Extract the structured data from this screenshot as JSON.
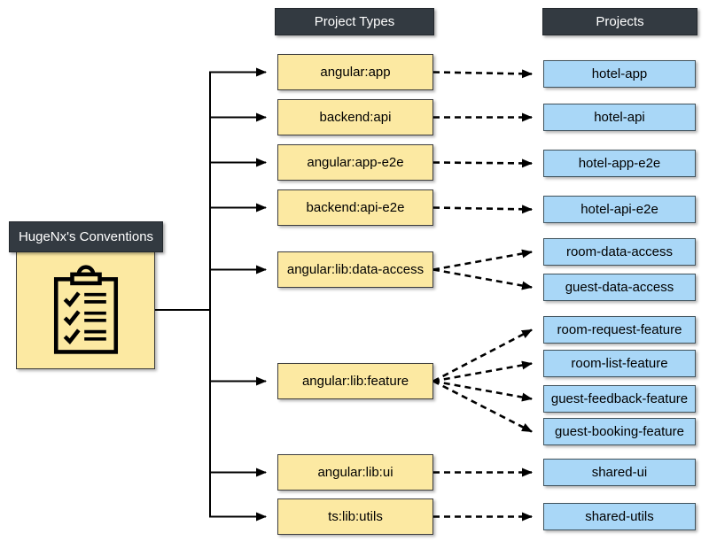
{
  "diagram": {
    "root": {
      "label": "HugeNx's Conventions",
      "icon": "clipboard-checklist-icon"
    },
    "headers": {
      "types": "Project Types",
      "projects": "Projects"
    },
    "types": [
      {
        "label": "angular:app",
        "projects": [
          "hotel-app"
        ]
      },
      {
        "label": "backend:api",
        "projects": [
          "hotel-api"
        ]
      },
      {
        "label": "angular:app-e2e",
        "projects": [
          "hotel-app-e2e"
        ]
      },
      {
        "label": "backend:api-e2e",
        "projects": [
          "hotel-api-e2e"
        ]
      },
      {
        "label": "angular:lib:data-access",
        "projects": [
          "room-data-access",
          "guest-data-access"
        ]
      },
      {
        "label": "angular:lib:feature",
        "projects": [
          "room-request-feature",
          "room-list-feature",
          "guest-feedback-feature",
          "guest-booking-feature"
        ]
      },
      {
        "label": "angular:lib:ui",
        "projects": [
          "shared-ui"
        ]
      },
      {
        "label": "ts:lib:utils",
        "projects": [
          "shared-utils"
        ]
      }
    ],
    "colors": {
      "header_bg": "#333A41",
      "header_text": "#FFFFFF",
      "type_fill": "#FCE9A2",
      "type_border": "#3D3D3D",
      "project_fill": "#A9D7F7",
      "project_border": "#40525C",
      "connector": "#000000",
      "background": "#FFFFFF"
    }
  }
}
